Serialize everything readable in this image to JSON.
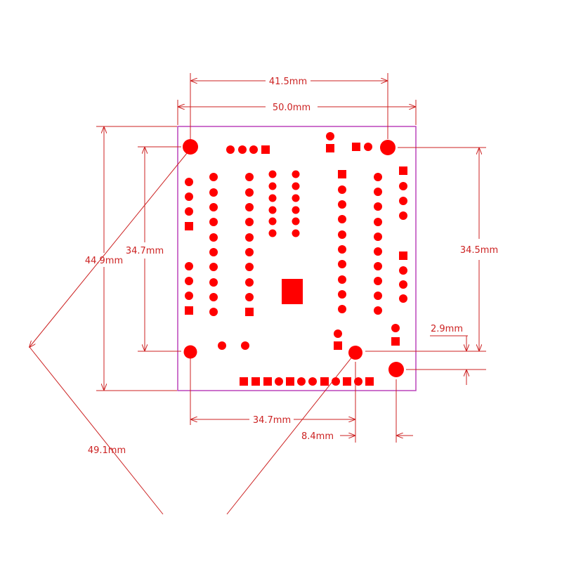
{
  "dimensions": {
    "top_inner_width": "41.5mm",
    "top_outer_width": "50.0mm",
    "left_outer_height": "44.9mm",
    "left_inner_height": "34.7mm",
    "right_inner_height": "34.5mm",
    "right_offset": "2.9mm",
    "bottom_inner_width": "34.7mm",
    "bottom_offset": "8.4mm",
    "diagonal": "49.1mm"
  },
  "colors": {
    "dimension_line": "#cc2222",
    "pad": "#ff0000",
    "board_outline": "#bb44bb"
  }
}
